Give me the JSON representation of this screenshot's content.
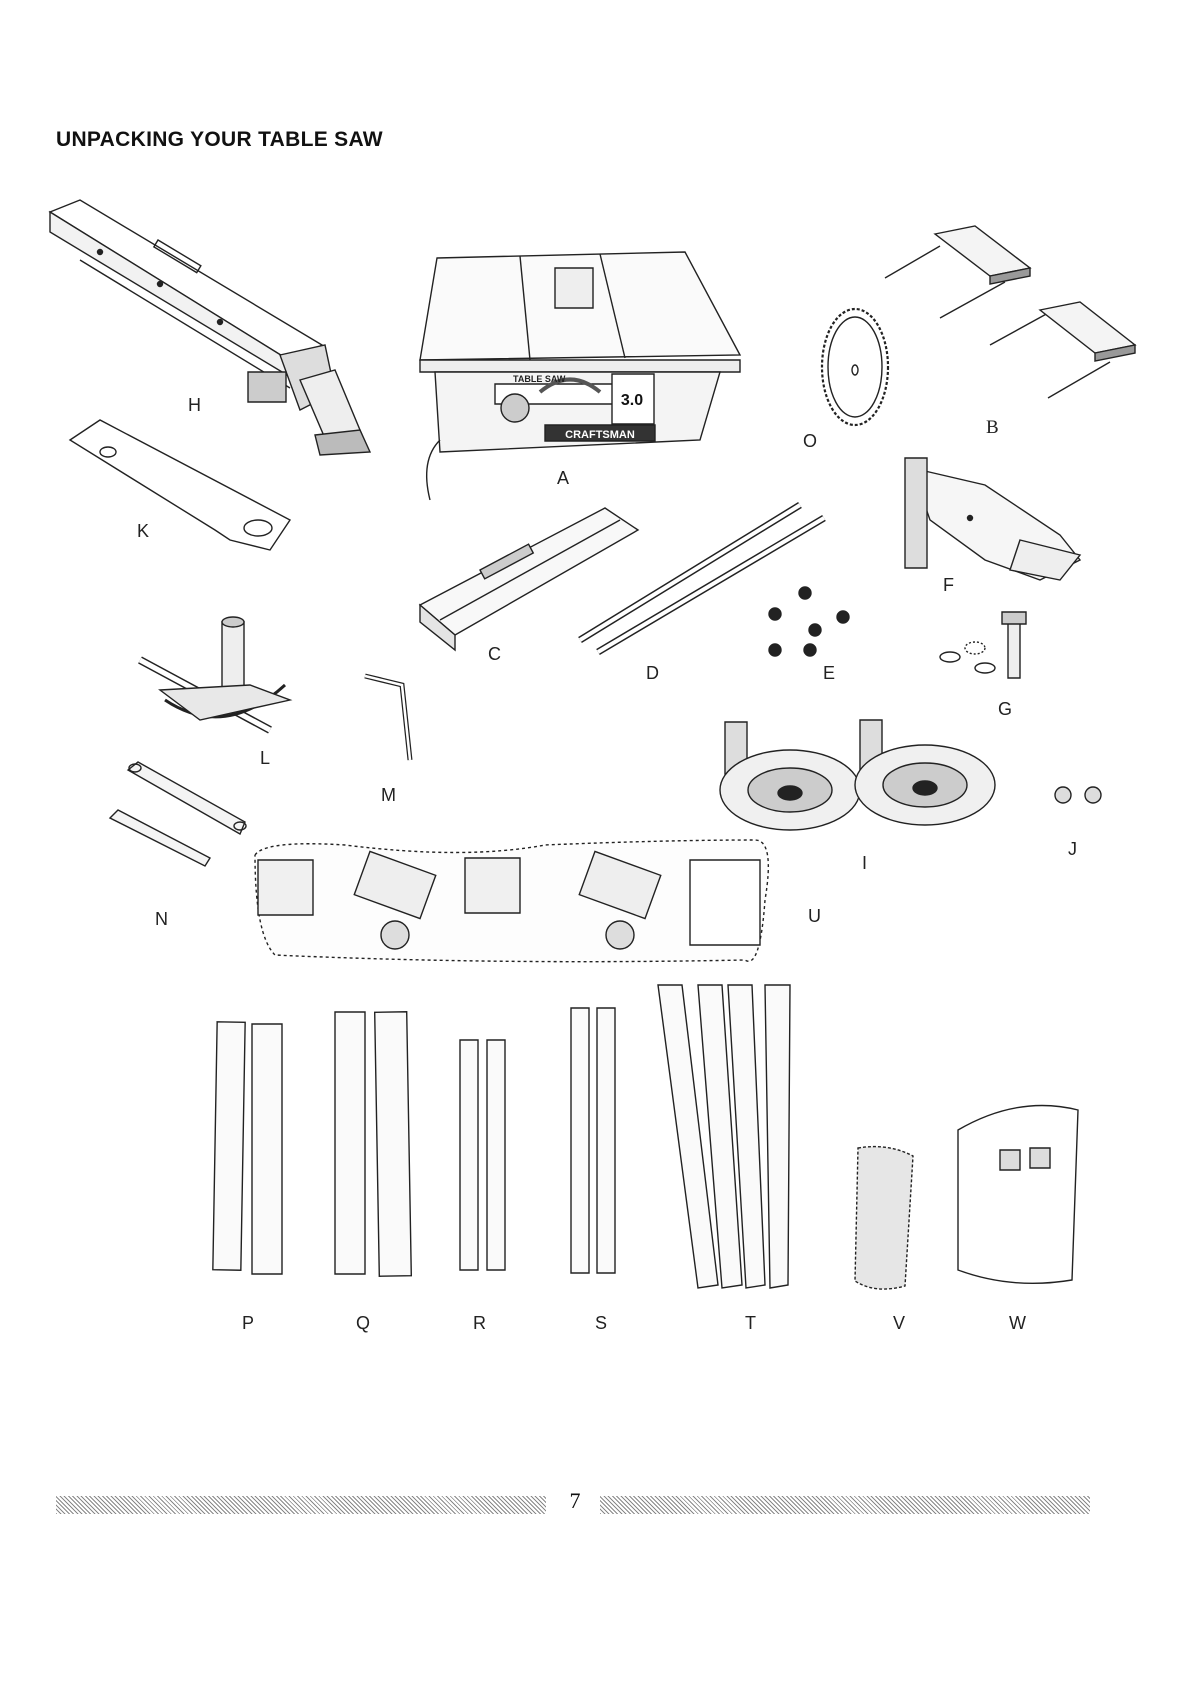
{
  "page": {
    "title": "UNPACKING YOUR TABLE SAW",
    "page_number": "7"
  },
  "parts": {
    "A": "A",
    "B": "B",
    "C": "C",
    "D": "D",
    "E": "E",
    "F": "F",
    "G": "G",
    "H": "H",
    "I": "I",
    "J": "J",
    "K": "K",
    "L": "L",
    "M": "M",
    "N": "N",
    "O": "O",
    "P": "P",
    "Q": "Q",
    "R": "R",
    "S": "S",
    "T": "T",
    "U": "U",
    "V": "V",
    "W": "W"
  },
  "saw_markings": {
    "brand": "CRAFTSMAN",
    "panel": "TABLE SAW",
    "hp": "3.0"
  }
}
